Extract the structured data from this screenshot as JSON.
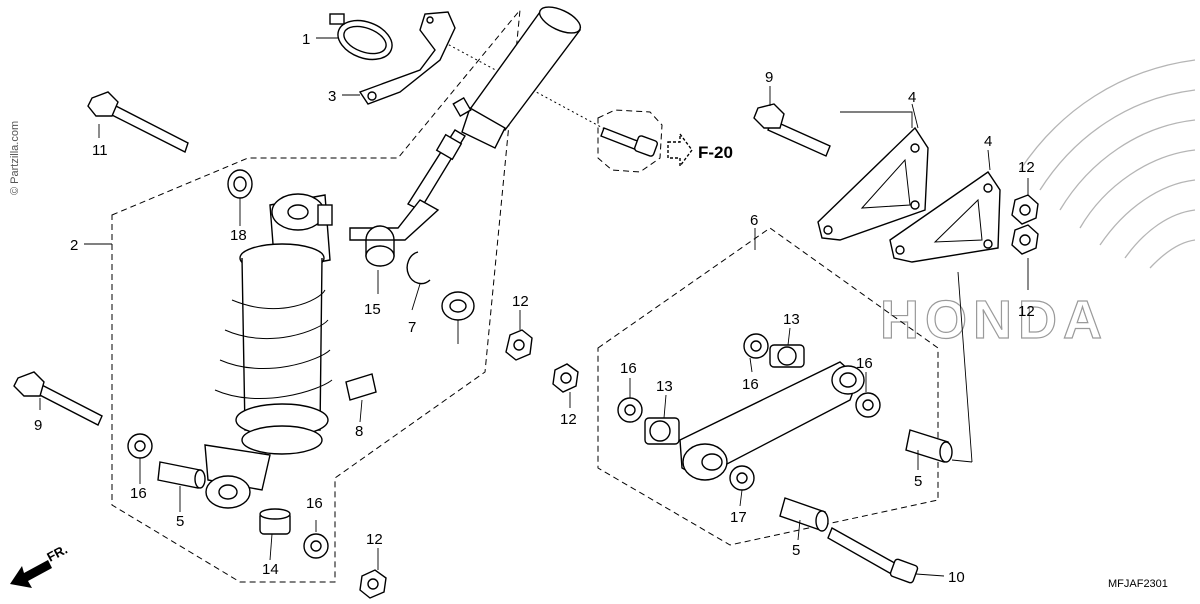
{
  "watermark": "© Partzilla.com",
  "diagram_code": "MFJAF2301",
  "ref_label": "F-20",
  "direction_label": "FR.",
  "brand_watermark": "HONDA",
  "callouts": [
    {
      "id": "c1",
      "label": "1"
    },
    {
      "id": "c2",
      "label": "2"
    },
    {
      "id": "c3",
      "label": "3"
    },
    {
      "id": "c4a",
      "label": "4"
    },
    {
      "id": "c4b",
      "label": "4"
    },
    {
      "id": "c5a",
      "label": "5"
    },
    {
      "id": "c5b",
      "label": "5"
    },
    {
      "id": "c5c",
      "label": "5"
    },
    {
      "id": "c6",
      "label": "6"
    },
    {
      "id": "c7",
      "label": "7"
    },
    {
      "id": "c8",
      "label": "8"
    },
    {
      "id": "c9a",
      "label": "9"
    },
    {
      "id": "c9b",
      "label": "9"
    },
    {
      "id": "c10",
      "label": "10"
    },
    {
      "id": "c11",
      "label": "11"
    },
    {
      "id": "c12a",
      "label": "12"
    },
    {
      "id": "c12b",
      "label": "12"
    },
    {
      "id": "c12c",
      "label": "12"
    },
    {
      "id": "c12d",
      "label": "12"
    },
    {
      "id": "c12e",
      "label": "12"
    },
    {
      "id": "c13a",
      "label": "13"
    },
    {
      "id": "c13b",
      "label": "13"
    },
    {
      "id": "c14",
      "label": "14"
    },
    {
      "id": "c15",
      "label": "15"
    },
    {
      "id": "c16a",
      "label": "16"
    },
    {
      "id": "c16b",
      "label": "16"
    },
    {
      "id": "c16c",
      "label": "16"
    },
    {
      "id": "c16d",
      "label": "16"
    },
    {
      "id": "c16e",
      "label": "16"
    },
    {
      "id": "c17",
      "label": "17"
    },
    {
      "id": "c18",
      "label": "18"
    }
  ]
}
